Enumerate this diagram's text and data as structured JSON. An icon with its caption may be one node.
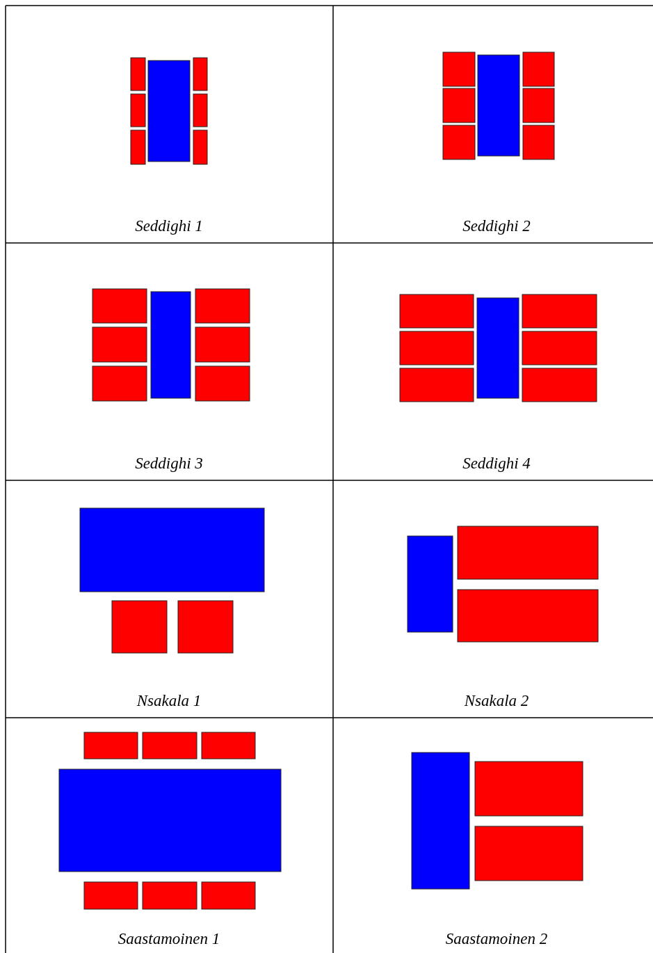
{
  "diagram": {
    "labels": [
      "Seddighi 1",
      "Seddighi 2",
      "Seddighi 3",
      "Seddighi 4",
      "Nsakala 1",
      "Nsakala 2",
      "Saastamoinen 1",
      "Saastamoinen 2"
    ]
  }
}
